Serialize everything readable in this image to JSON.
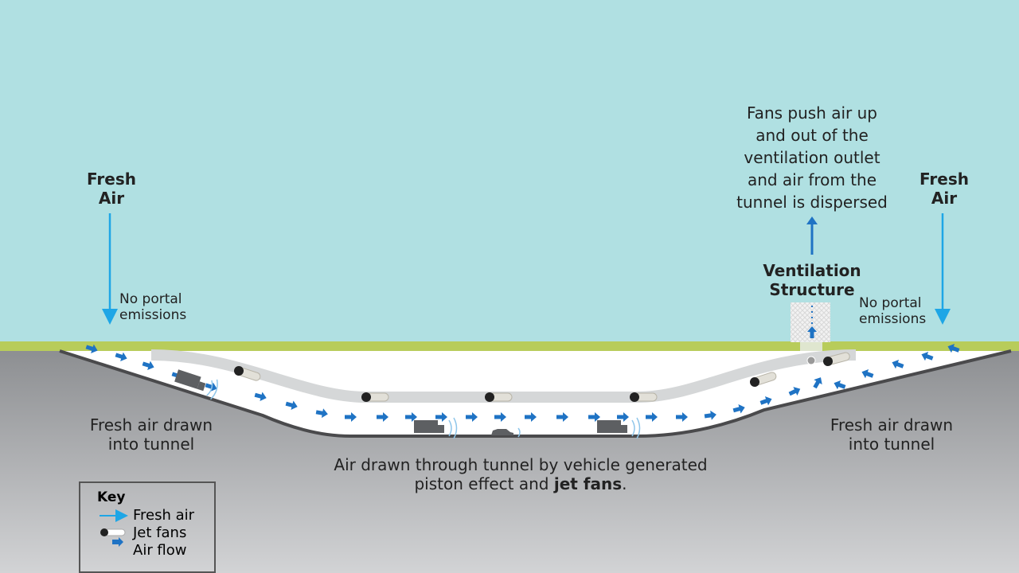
{
  "colors": {
    "sky": "#b0e0e2",
    "grass": "#b8cc5a",
    "fresh_air": "#1ea6e6",
    "air_flow": "#1f73c4",
    "ground": "#a4a6a8"
  },
  "labels": {
    "fresh_air_left": [
      "Fresh",
      "Air"
    ],
    "fresh_air_right": [
      "Fresh",
      "Air"
    ],
    "no_portal_left": [
      "No portal",
      "emissions"
    ],
    "no_portal_right": [
      "No portal",
      "emissions"
    ],
    "fans_push": [
      "Fans push air up",
      "and out of the",
      "ventilation outlet",
      "and air from the",
      "tunnel is dispersed"
    ],
    "ventilation_structure": [
      "Ventilation",
      "Structure"
    ],
    "fresh_drawn_left": [
      "Fresh air drawn",
      "into tunnel"
    ],
    "fresh_drawn_right": [
      "Fresh air drawn",
      "into tunnel"
    ],
    "piston_line1": "Air drawn through tunnel by vehicle generated",
    "piston_line2_pre": "piston effect and ",
    "piston_line2_bold": "jet fans",
    "piston_line2_post": "."
  },
  "key": {
    "title": "Key",
    "items": [
      {
        "icon": "fresh-air-arrow",
        "label": "Fresh air"
      },
      {
        "icon": "jet-fan",
        "label": "Jet fans"
      },
      {
        "icon": "air-flow-arrow",
        "label": "Air flow"
      }
    ]
  }
}
